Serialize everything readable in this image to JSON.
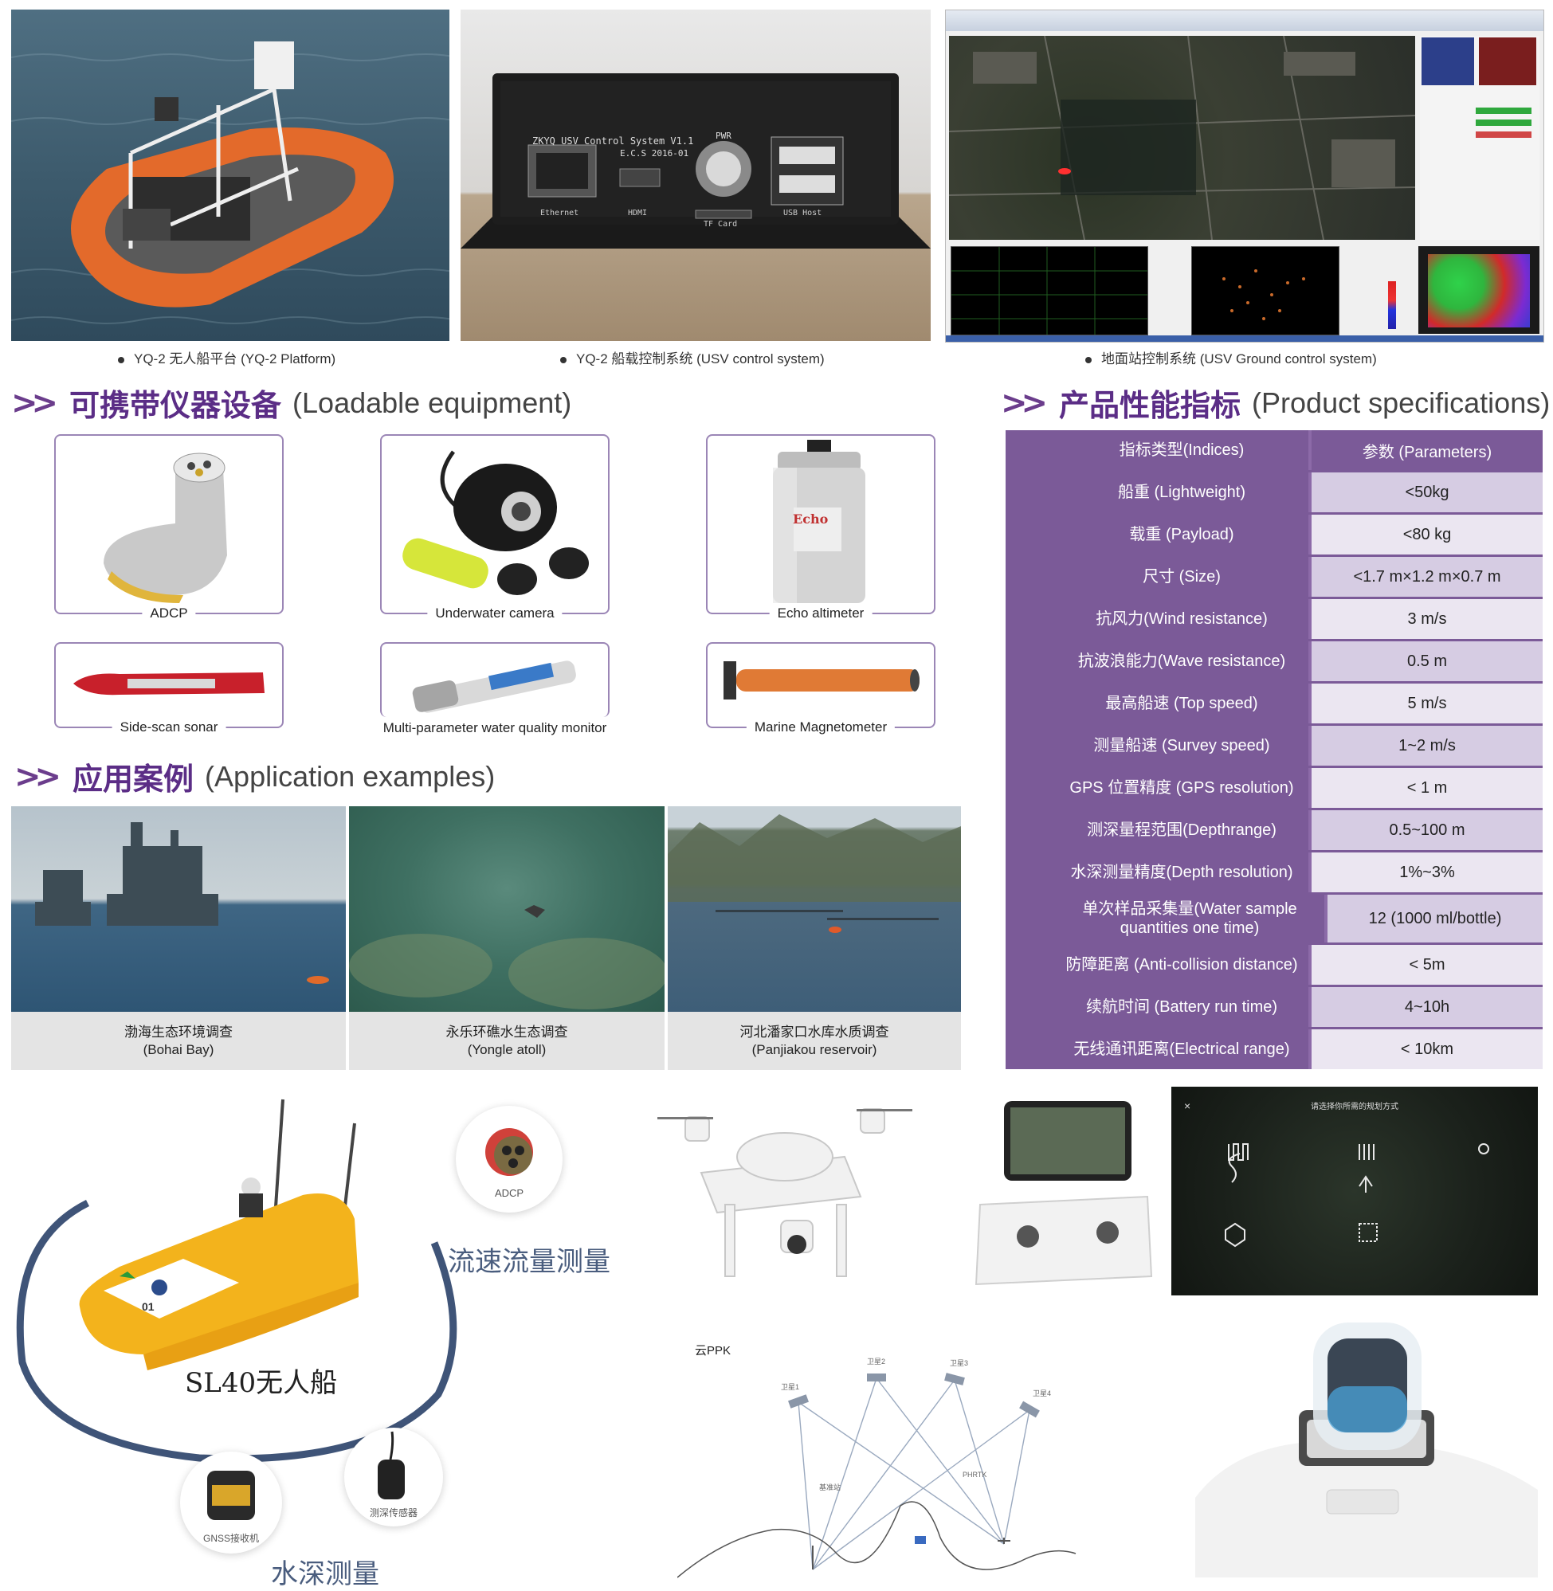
{
  "top_captions": {
    "platform": "YQ-2 无人船平台 (YQ-2 Platform)",
    "control": "YQ-2 船载控制系统 (USV control system)",
    "ground": "地面站控制系统 (USV Ground control system)"
  },
  "control_box": {
    "line1": "ZKYQ USV Control System V1.1",
    "line2": "E.C.S 2016-01",
    "pwr": "PWR",
    "ethernet": "Ethernet",
    "hdmi": "HDMI",
    "tf": "TF Card",
    "usb": "USB Host"
  },
  "loadable": {
    "cn": "可携带仪器设备",
    "en": "(Loadable equipment)",
    "items": [
      {
        "label": "ADCP"
      },
      {
        "label": "Underwater camera"
      },
      {
        "label": "Echo altimeter"
      },
      {
        "label": "Side-scan sonar"
      },
      {
        "label": "Multi-parameter water quality monitor"
      },
      {
        "label": "Marine Magnetometer"
      }
    ],
    "echo_can_text": "Echo"
  },
  "application": {
    "cn": "应用案例",
    "en": "(Application examples)",
    "items": [
      {
        "cn": "渤海生态环境调查",
        "en": "(Bohai Bay)"
      },
      {
        "cn": "永乐环礁水生态调查",
        "en": "(Yongle atoll)"
      },
      {
        "cn": "河北潘家口水库水质调查",
        "en": "(Panjiakou reservoir)"
      }
    ]
  },
  "specs": {
    "cn": "产品性能指标",
    "en": "(Product specifications)",
    "header": {
      "k": "指标类型(Indices)",
      "v": "参数 (Parameters)"
    },
    "rows": [
      {
        "k": "船重 (Lightweight)",
        "v": "<50kg"
      },
      {
        "k": "载重 (Payload)",
        "v": "<80 kg"
      },
      {
        "k": "尺寸 (Size)",
        "v": "<1.7 m×1.2 m×0.7 m"
      },
      {
        "k": "抗风力(Wind resistance)",
        "v": "3 m/s"
      },
      {
        "k": "抗波浪能力(Wave resistance)",
        "v": "0.5 m"
      },
      {
        "k": "最高船速 (Top speed)",
        "v": "5 m/s"
      },
      {
        "k": "测量船速 (Survey speed)",
        "v": "1~2 m/s"
      },
      {
        "k": "GPS 位置精度 (GPS resolution)",
        "v": "< 1 m"
      },
      {
        "k": "测深量程范围(Depthrange)",
        "v": "0.5~100 m"
      },
      {
        "k": "水深测量精度(Depth resolution)",
        "v": "1%~3%"
      },
      {
        "k": "单次样品采集量(Water sample quantities one time)",
        "v": "12 (1000 ml/bottle)"
      },
      {
        "k": "防障距离 (Anti-collision distance)",
        "v": "< 5m"
      },
      {
        "k": "续航时间 (Battery run time)",
        "v": "4~10h"
      },
      {
        "k": "无线通讯距离(Electrical range)",
        "v": "< 10km"
      }
    ]
  },
  "sl40": {
    "boat_label": "SL40无人船",
    "hull_number": "01",
    "adcp": "ADCP",
    "flow": "流速流量测量",
    "gnss": "GNSS接收机",
    "depth_sensor": "测深传感器",
    "depth": "水深测量"
  },
  "ppk": {
    "title": "云PPK",
    "sats": [
      "卫星1",
      "卫星2",
      "卫星3",
      "卫星4"
    ],
    "base": "基准站",
    "rover": "PHRTK"
  },
  "app_screen": {
    "title": "请选择你所需的规划方式",
    "close": "×"
  },
  "colors": {
    "purple": "#7b5a98",
    "purple_dark": "#5b2d86",
    "orange": "#e8742e",
    "yellow": "#f3b31c"
  }
}
